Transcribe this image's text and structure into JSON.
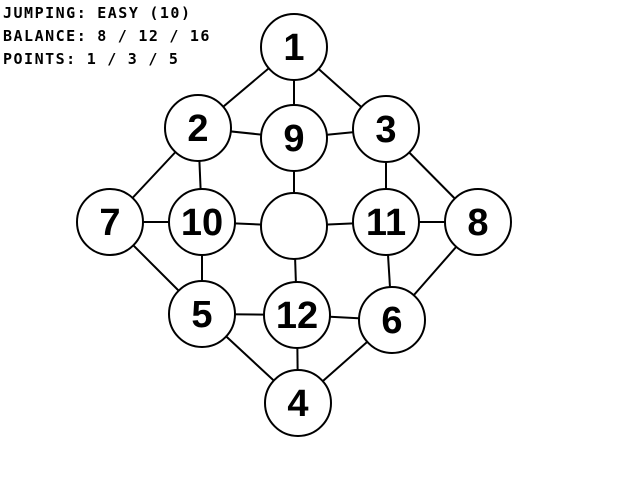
{
  "hud": {
    "jumping": {
      "label": "JUMPING:",
      "level": "EASY",
      "value": "(10)"
    },
    "balance": {
      "label": "BALANCE:",
      "values": [
        "8",
        "12",
        "16"
      ],
      "separator": "/"
    },
    "points": {
      "label": "POINTS:",
      "values": [
        "1",
        "3",
        "5"
      ],
      "separator": "/"
    }
  },
  "board": {
    "nodes": [
      {
        "id": "n1",
        "label": "1"
      },
      {
        "id": "n2",
        "label": "2"
      },
      {
        "id": "n9",
        "label": "9"
      },
      {
        "id": "n3",
        "label": "3"
      },
      {
        "id": "n7",
        "label": "7"
      },
      {
        "id": "n10",
        "label": "10"
      },
      {
        "id": "center",
        "label": ""
      },
      {
        "id": "n11",
        "label": "11"
      },
      {
        "id": "n8",
        "label": "8"
      },
      {
        "id": "n5",
        "label": "5"
      },
      {
        "id": "n12",
        "label": "12"
      },
      {
        "id": "n6",
        "label": "6"
      },
      {
        "id": "n4",
        "label": "4"
      }
    ],
    "edges": [
      [
        "n1",
        "n2"
      ],
      [
        "n1",
        "n9"
      ],
      [
        "n1",
        "n3"
      ],
      [
        "n2",
        "n9"
      ],
      [
        "n9",
        "n3"
      ],
      [
        "n2",
        "n7"
      ],
      [
        "n2",
        "n10"
      ],
      [
        "n9",
        "center"
      ],
      [
        "n3",
        "n11"
      ],
      [
        "n3",
        "n8"
      ],
      [
        "n7",
        "n10"
      ],
      [
        "n10",
        "center"
      ],
      [
        "center",
        "n11"
      ],
      [
        "n11",
        "n8"
      ],
      [
        "n7",
        "n5"
      ],
      [
        "n10",
        "n5"
      ],
      [
        "center",
        "n12"
      ],
      [
        "n11",
        "n6"
      ],
      [
        "n8",
        "n6"
      ],
      [
        "n5",
        "n12"
      ],
      [
        "n12",
        "n6"
      ],
      [
        "n5",
        "n4"
      ],
      [
        "n12",
        "n4"
      ],
      [
        "n6",
        "n4"
      ]
    ]
  }
}
